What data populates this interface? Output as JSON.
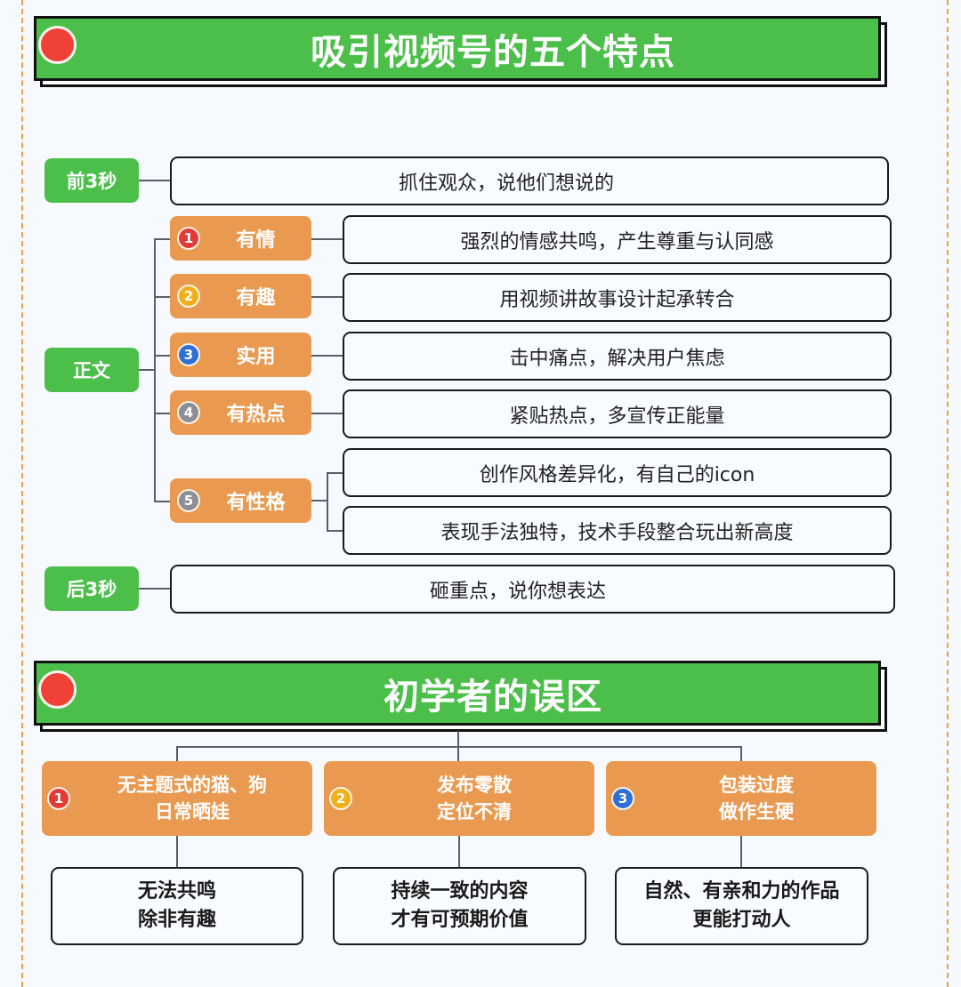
{
  "colors": {
    "green": "#4cbf4b",
    "orange": "#e99a50",
    "red_dot": "#ef4136",
    "num_red": "#e43a36",
    "num_yellow": "#f0b01a",
    "num_blue": "#2f6fd6",
    "num_gray": "#8c8f95",
    "border_dash": "#e8a24a"
  },
  "section1": {
    "title": "吸引视频号的五个特点",
    "intro": {
      "tag": "前3秒",
      "text": "抓住观众，说他们想说的"
    },
    "body_tag": "正文",
    "items": [
      {
        "num": "1",
        "label": "有情",
        "details": [
          "强烈的情感共鸣，产生尊重与认同感"
        ]
      },
      {
        "num": "2",
        "label": "有趣",
        "details": [
          "用视频讲故事设计起承转合"
        ]
      },
      {
        "num": "3",
        "label": "实用",
        "details": [
          "击中痛点，解决用户焦虑"
        ]
      },
      {
        "num": "4",
        "label": "有热点",
        "details": [
          "紧贴热点，多宣传正能量"
        ]
      },
      {
        "num": "5",
        "label": "有性格",
        "details": [
          "创作风格差异化，有自己的icon",
          "表现手法独特，技术手段整合玩出新高度"
        ]
      }
    ],
    "outro": {
      "tag": "后3秒",
      "text": "砸重点，说你想表达"
    }
  },
  "section2": {
    "title": "初学者的误区",
    "items": [
      {
        "num": "1",
        "line1": "无主题式的猫、狗",
        "line2": "日常晒娃",
        "result1": "无法共鸣",
        "result2": "除非有趣"
      },
      {
        "num": "2",
        "line1": "发布零散",
        "line2": "定位不清",
        "result1": "持续一致的内容",
        "result2": "才有可预期价值"
      },
      {
        "num": "3",
        "line1": "包装过度",
        "line2": "做作生硬",
        "result1": "自然、有亲和力的作品",
        "result2": "更能打动人"
      }
    ]
  }
}
